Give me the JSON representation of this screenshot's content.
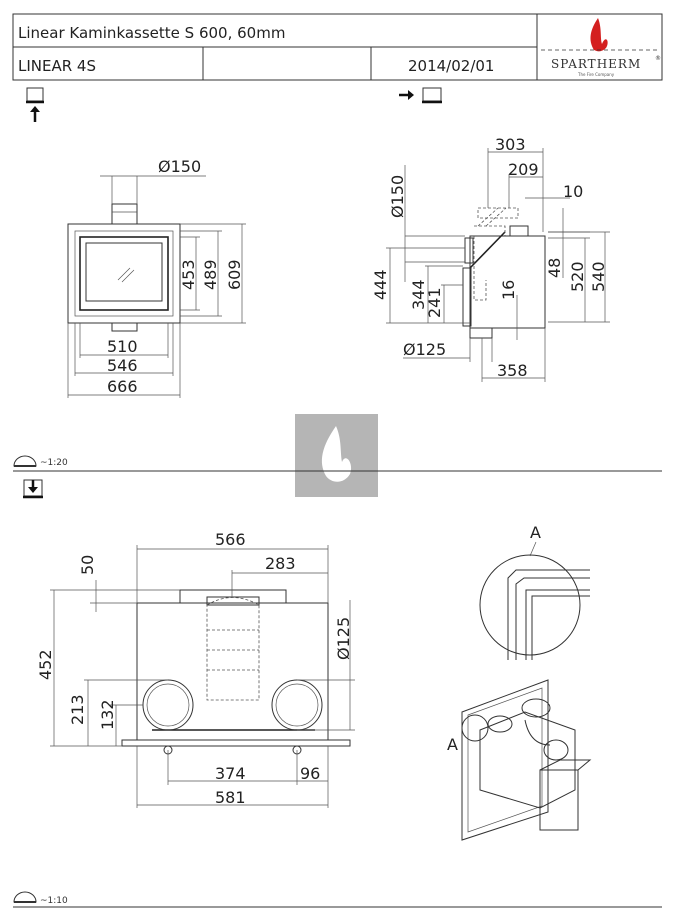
{
  "header": {
    "title": "Linear Kaminkassette S 600, 60mm",
    "model": "LINEAR 4S",
    "empty_cell": "",
    "date": "2014/02/01",
    "logo": {
      "brand": "SPARTHERM",
      "tagline": "The Fire Company",
      "registered": "®",
      "flame_color": "#d42020"
    }
  },
  "view_icons": [
    "front-view-icon",
    "side-view-icon",
    "top-view-icon"
  ],
  "front_view": {
    "flue_diameter": "Ø150",
    "heights": [
      "453",
      "489",
      "609"
    ],
    "widths": [
      "510",
      "546",
      "666"
    ]
  },
  "side_view": {
    "flue_diameter": "Ø150",
    "depths_top": [
      "303",
      "209",
      "10"
    ],
    "heights_left": [
      "444",
      "344",
      "241"
    ],
    "inner": [
      "16",
      "48"
    ],
    "heights_right": [
      "520",
      "540"
    ],
    "air_inlet": "Ø125",
    "depth_bottom": "358"
  },
  "scale_top": "~1:20",
  "scale_bottom": "~1:10",
  "top_view": {
    "widths_top": [
      "566",
      "283"
    ],
    "offset_top": "50",
    "heights_left": [
      "452",
      "213",
      "132"
    ],
    "inlet_diameter": "Ø125",
    "widths_bottom": [
      "374",
      "96",
      "581"
    ]
  },
  "detail": {
    "label_top": "A",
    "label_iso": "A"
  }
}
